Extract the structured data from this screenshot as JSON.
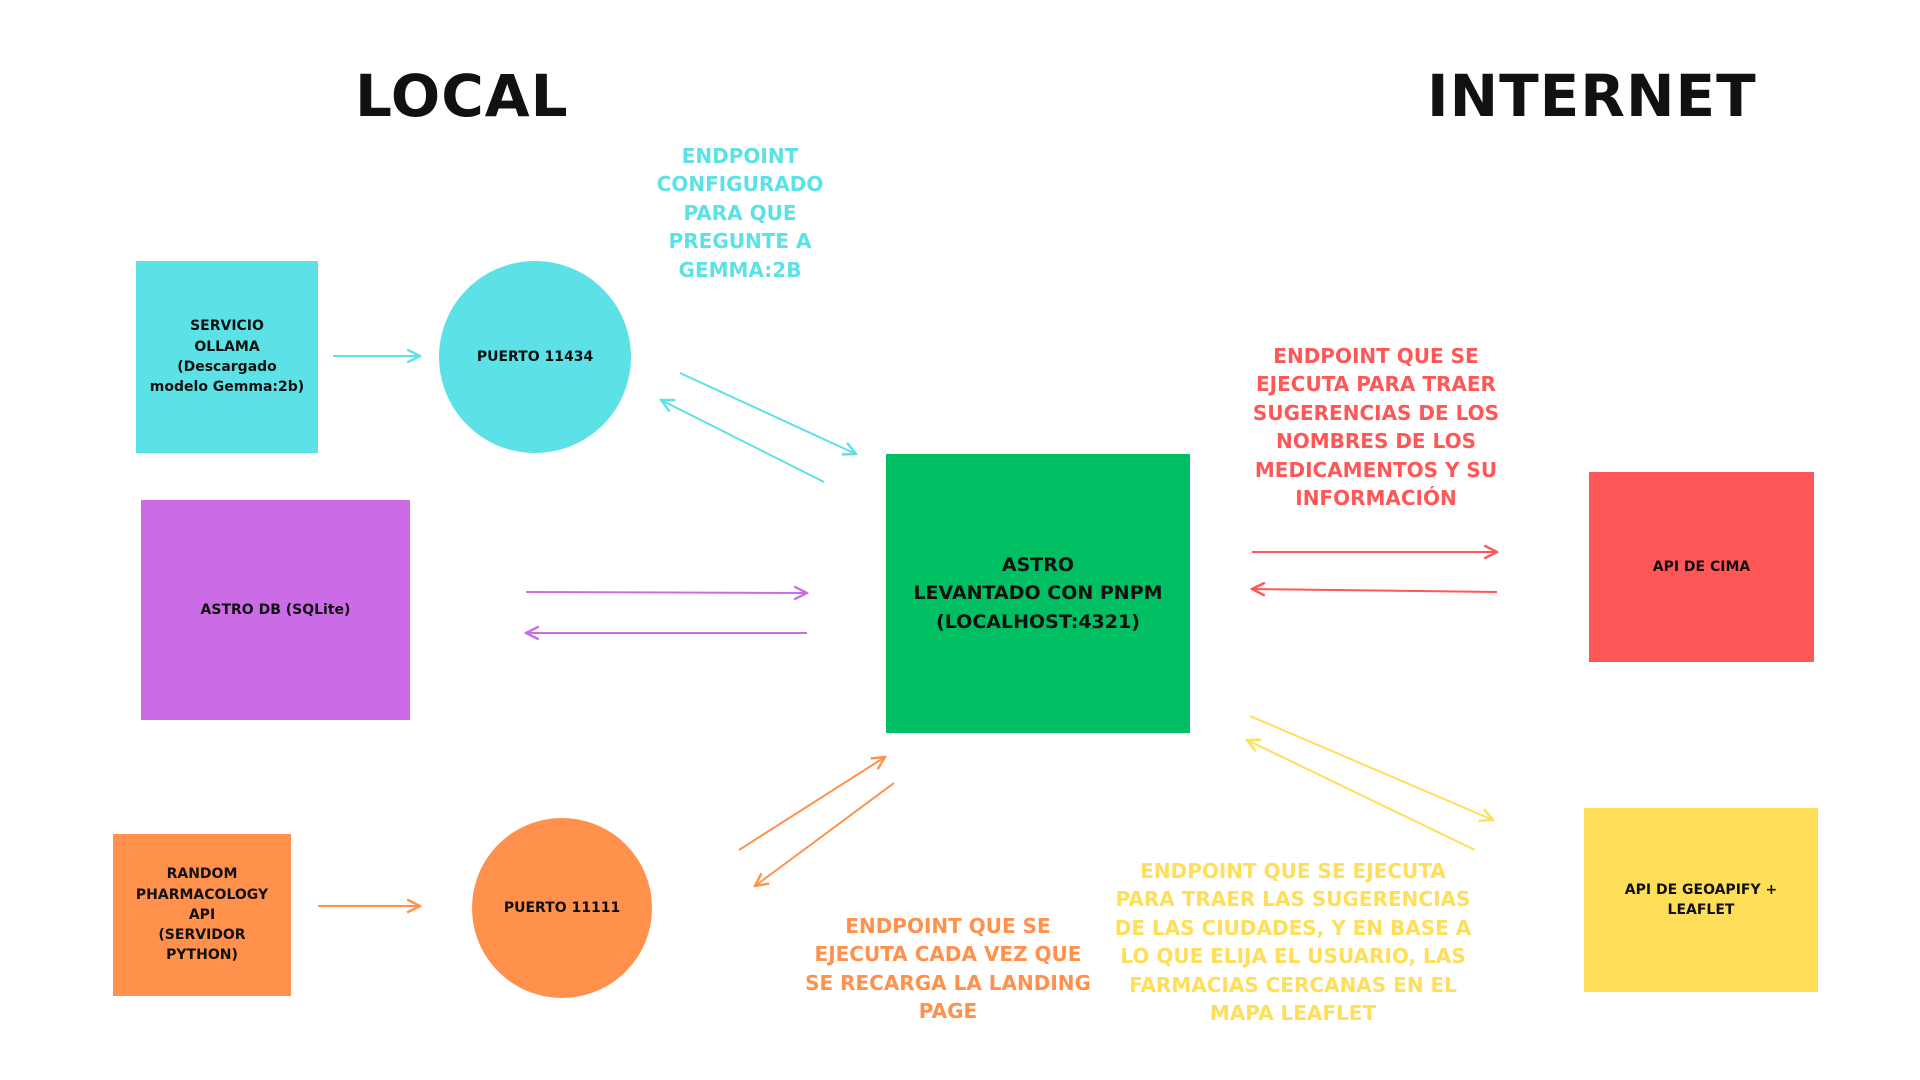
{
  "headings": {
    "local": "LOCAL",
    "internet": "INTERNET"
  },
  "nodes": {
    "ollama": {
      "label": "SERVICIO\nOLLAMA (Descargado\nmodelo Gemma:2b)",
      "color": "#5ce1e6"
    },
    "port_11434": {
      "label": "PUERTO 11434",
      "color": "#5ce1e6"
    },
    "astro_db": {
      "label": "ASTRO DB (SQLite)",
      "color": "#cb6ce6"
    },
    "astro": {
      "label": "ASTRO\nLEVANTADO CON PNPM\n(LOCALHOST:4321)",
      "color": "#00bf63"
    },
    "random_api": {
      "label": "RANDOM\nPHARMACOLOGY API\n(SERVIDOR PYTHON)",
      "color": "#ff914d"
    },
    "port_11111": {
      "label": "PUERTO 11111",
      "color": "#ff914d"
    },
    "api_cima": {
      "label": "API DE CIMA",
      "color": "#ff5757"
    },
    "api_geoapify": {
      "label": "API DE GEOAPIFY + LEAFLET",
      "color": "#ffde59"
    }
  },
  "notes": {
    "gemma": {
      "text": "ENDPOINT\nCONFIGURADO\nPARA QUE\nPREGUNTE A\nGEMMA:2B",
      "color": "#5ce1e6"
    },
    "cima": {
      "text": "ENDPOINT QUE SE\nEJECUTA PARA TRAER\nSUGERENCIAS DE LOS\nNOMBRES DE LOS\nMEDICAMENTOS Y SU\nINFORMACIÓN",
      "color": "#ff5757"
    },
    "landing": {
      "text": "ENDPOINT QUE SE\nEJECUTA CADA VEZ QUE\nSE RECARGA LA LANDING\nPAGE",
      "color": "#ff914d"
    },
    "cities": {
      "text": "ENDPOINT QUE SE EJECUTA\nPARA TRAER LAS SUGERENCIAS\nDE LAS CIUDADES, Y EN BASE A\nLO QUE ELIJA EL USUARIO, LAS\nFARMACIAS CERCANAS EN EL\nMAPA LEAFLET",
      "color": "#ffde59"
    }
  }
}
